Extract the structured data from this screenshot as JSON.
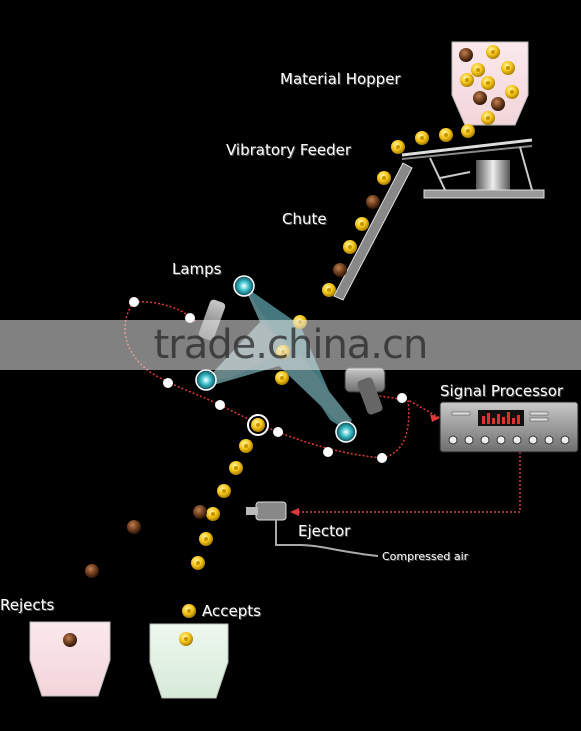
{
  "labels": {
    "material_hopper": "Material Hopper",
    "vibratory_feeder": "Vibratory Feeder",
    "chute": "Chute",
    "lamps": "Lamps",
    "signal_processor": "Signal Processor",
    "ejector": "Ejector",
    "compressed_air": "Compressed air",
    "rejects": "Rejects",
    "accepts": "Accepts"
  },
  "watermark": "trade.china.cn",
  "colors": {
    "background": "#000000",
    "good_item": "#f5c518",
    "bad_item": "#6b3b1c",
    "signal_line": "#e0393b",
    "light_beam": "#9fe6ef",
    "lamp": "#3ec3cf",
    "machine": "#7a7a7a",
    "reject_bin": "#f6e6e6",
    "accept_bin": "#e6f3e8"
  }
}
